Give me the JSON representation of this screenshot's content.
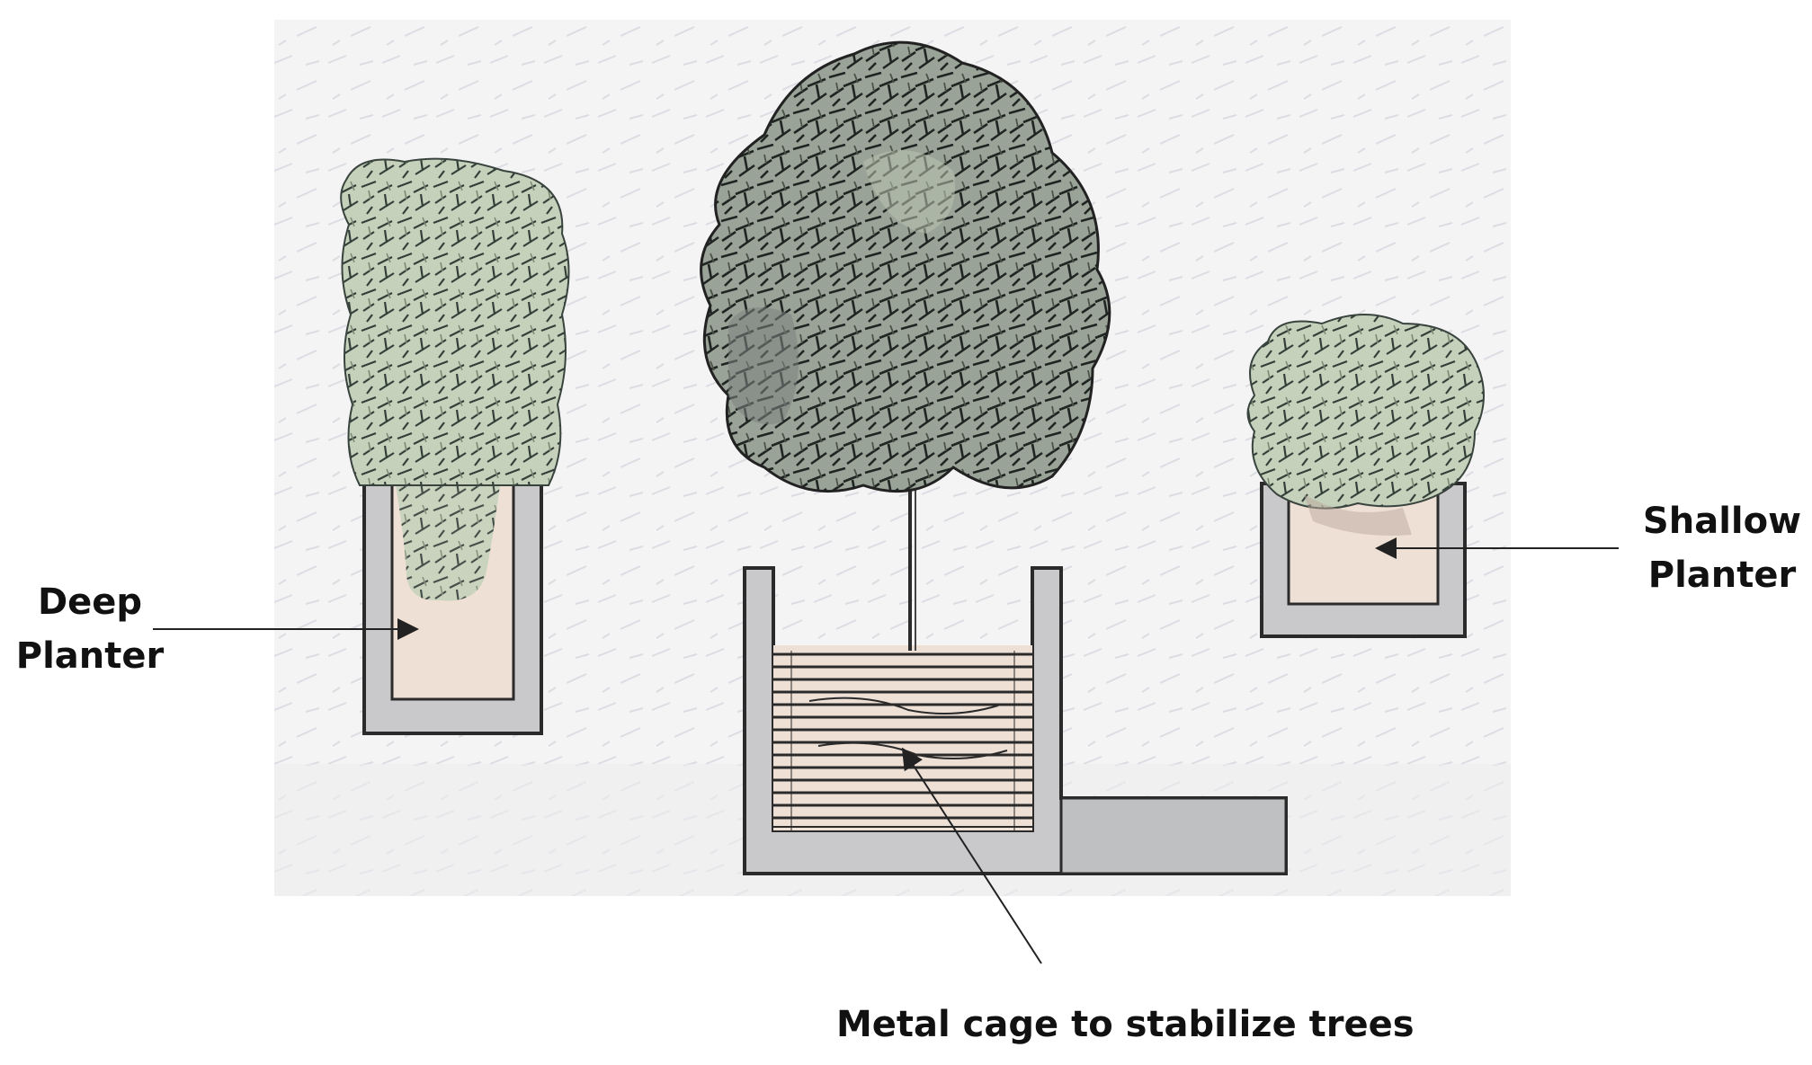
{
  "labels": {
    "deep": {
      "line1": "Deep",
      "line2": "Planter"
    },
    "shallow": {
      "line1": "Shallow",
      "line2": "Planter"
    },
    "cage": "Metal cage to stabilize trees"
  },
  "colors": {
    "background_panel": "#f3f3f3",
    "planter_wall": "#c9c9cb",
    "planter_outline": "#2b2b2b",
    "soil": "#efe0d6",
    "foliage_light": "#c7d3bd",
    "foliage_dark": "#4e5650",
    "cage_lines": "#2a2a2a",
    "arrow": "#222222"
  },
  "icons": {
    "left_plant": "columnar-shrub-icon",
    "center_plant": "tree-icon",
    "right_plant": "round-shrub-icon"
  }
}
